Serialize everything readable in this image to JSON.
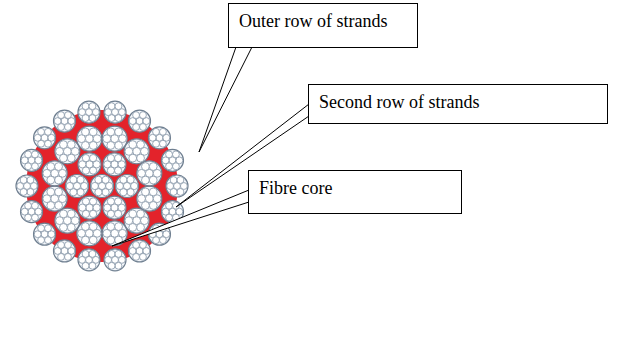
{
  "diagram": {
    "nodes": [
      {
        "text": [
          "Outer row of strands"
        ]
      },
      {
        "text": [
          "Second row of strands"
        ]
      },
      {
        "text": [
          "Fibre core"
        ]
      }
    ]
  }
}
